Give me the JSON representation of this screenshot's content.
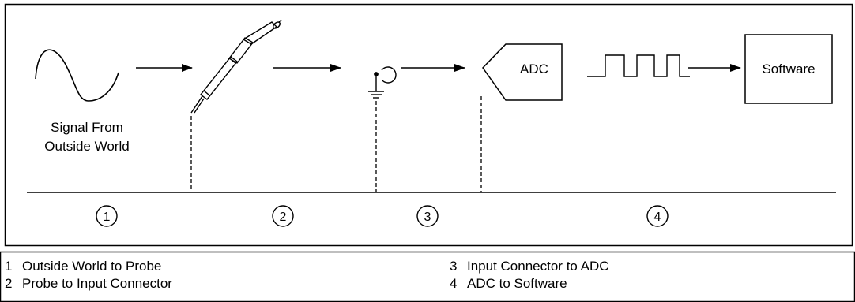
{
  "diagram": {
    "signal_label_line1": "Signal From",
    "signal_label_line2": "Outside World",
    "adc_label": "ADC",
    "software_label": "Software",
    "stage_markers": [
      "1",
      "2",
      "3",
      "4"
    ]
  },
  "legend": {
    "items": [
      {
        "num": "1",
        "text": "Outside World to Probe"
      },
      {
        "num": "2",
        "text": "Probe to Input Connector"
      },
      {
        "num": "3",
        "text": "Input Connector to ADC"
      },
      {
        "num": "4",
        "text": "ADC to Software"
      }
    ]
  }
}
